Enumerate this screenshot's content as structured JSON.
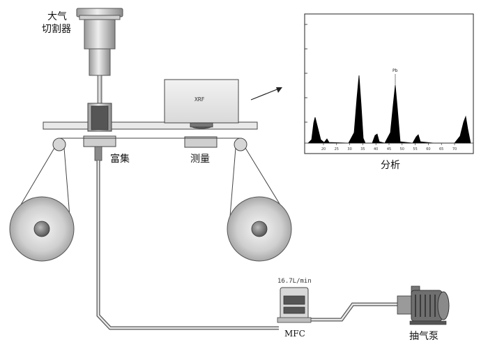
{
  "labels": {
    "cutter": [
      "大气",
      "切割器"
    ],
    "xrf": "XRF",
    "enrich": "富集",
    "measure": "测量",
    "analysis": "分析",
    "flow_reading": "16.7L/min",
    "mfc": "MFC",
    "pump": "抽气泵"
  },
  "spectrum": {
    "x_ticks": [
      "20",
      "25",
      "30",
      "35",
      "40",
      "45",
      "50",
      "55",
      "60",
      "65",
      "70"
    ],
    "peak_marker": "Pb"
  },
  "colors": {
    "line": "#333333",
    "panel": "#e6e6e6",
    "spectrum_fill": "#000000"
  }
}
